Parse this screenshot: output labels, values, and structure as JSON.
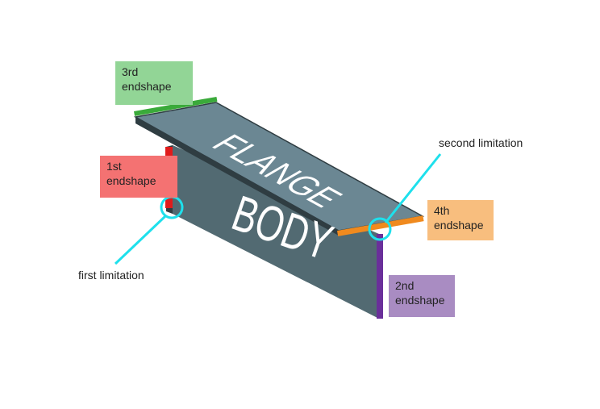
{
  "beam": {
    "flange_text": "FLANGE",
    "body_text": "BODY",
    "flange_color": "#6b8793",
    "body_color": "#526a72",
    "body_edge_color": "#2f3d42",
    "text_color": "#ffffff"
  },
  "endshapes": {
    "first": {
      "line1": "1st",
      "line2": "endshape",
      "box_color": "#f47272",
      "bar_color": "#e01b1b"
    },
    "second": {
      "line1": "2nd",
      "line2": "endshape",
      "box_color": "#a98cc2",
      "bar_color": "#6a2f9a"
    },
    "third": {
      "line1": "3rd",
      "line2": "endshape",
      "box_color": "#92d596",
      "bar_color": "#3aaa3a"
    },
    "fourth": {
      "line1": "4th",
      "line2": "endshape",
      "box_color": "#f8be7e",
      "bar_color": "#f08a1e"
    }
  },
  "limitations": {
    "first": {
      "label": "first limitation"
    },
    "second": {
      "label": "second limitation"
    },
    "marker_color": "#1ee0ec"
  }
}
